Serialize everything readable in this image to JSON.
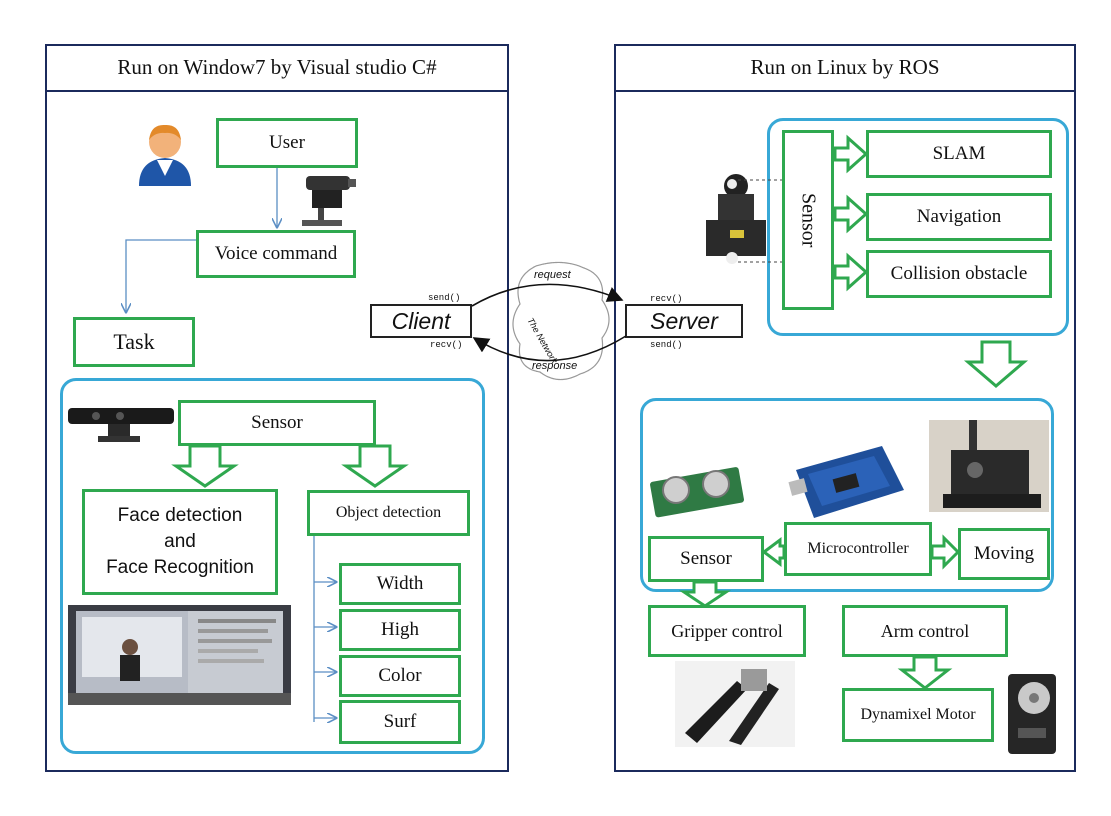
{
  "left_panel": {
    "title": "Run on Window7 by Visual studio C#",
    "user": "User",
    "voice_command": "Voice command",
    "task": "Task",
    "sensor": "Sensor",
    "face_detection_line1": "Face detection",
    "face_detection_line2": "and",
    "face_detection_line3": "Face Recognition",
    "object_detection": "Object detection",
    "width": "Width",
    "high": "High",
    "color": "Color",
    "surf": "Surf"
  },
  "network": {
    "client": "Client",
    "server": "Server",
    "send_left": "send()",
    "recv_left": "recv()",
    "recv_right": "recv()",
    "send_right": "send()",
    "request": "request",
    "response": "response",
    "cloud_label": "The Network"
  },
  "right_panel": {
    "title": "Run on Linux by ROS",
    "sensor_vertical": "Sensor",
    "slam": "SLAM",
    "navigation": "Navigation",
    "collision": "Collision obstacle",
    "microcontroller": "Microcontroller",
    "sensor": "Sensor",
    "moving": "Moving",
    "gripper_control": "Gripper control",
    "arm_control": "Arm control",
    "dynamixel": "Dynamixel Motor"
  },
  "colors": {
    "panel_border": "#1b2a5c",
    "box_border": "#2fa84f",
    "group_border": "#38a8d6",
    "connector": "#5b8ec4"
  }
}
